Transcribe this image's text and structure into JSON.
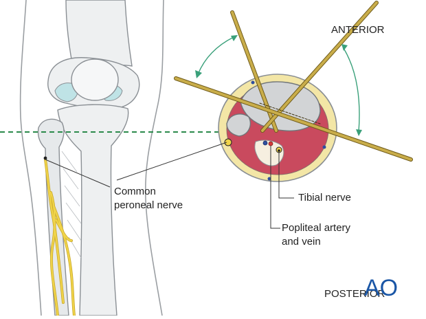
{
  "labels": {
    "anterior": "ANTERIOR",
    "posterior": "POSTERIOR",
    "common_peroneal_line1": "Common",
    "common_peroneal_line2": "peroneal nerve",
    "tibial_nerve": "Tibial nerve",
    "popliteal_line1": "Popliteal artery",
    "popliteal_line2": "and vein"
  },
  "logo": {
    "text": "AO"
  },
  "colors": {
    "bone": "#eef0f1",
    "bone_outline": "#8a8f94",
    "cartilage": "#bfe3e6",
    "muscle": "#c94a5e",
    "fat": "#f3e6a6",
    "nerve": "#f0d44a",
    "pin": "#b59a3a",
    "guide_dash": "#2a8a4a",
    "arc": "#3aa07a",
    "logo": "#1a56a6",
    "leader": "#333333"
  }
}
